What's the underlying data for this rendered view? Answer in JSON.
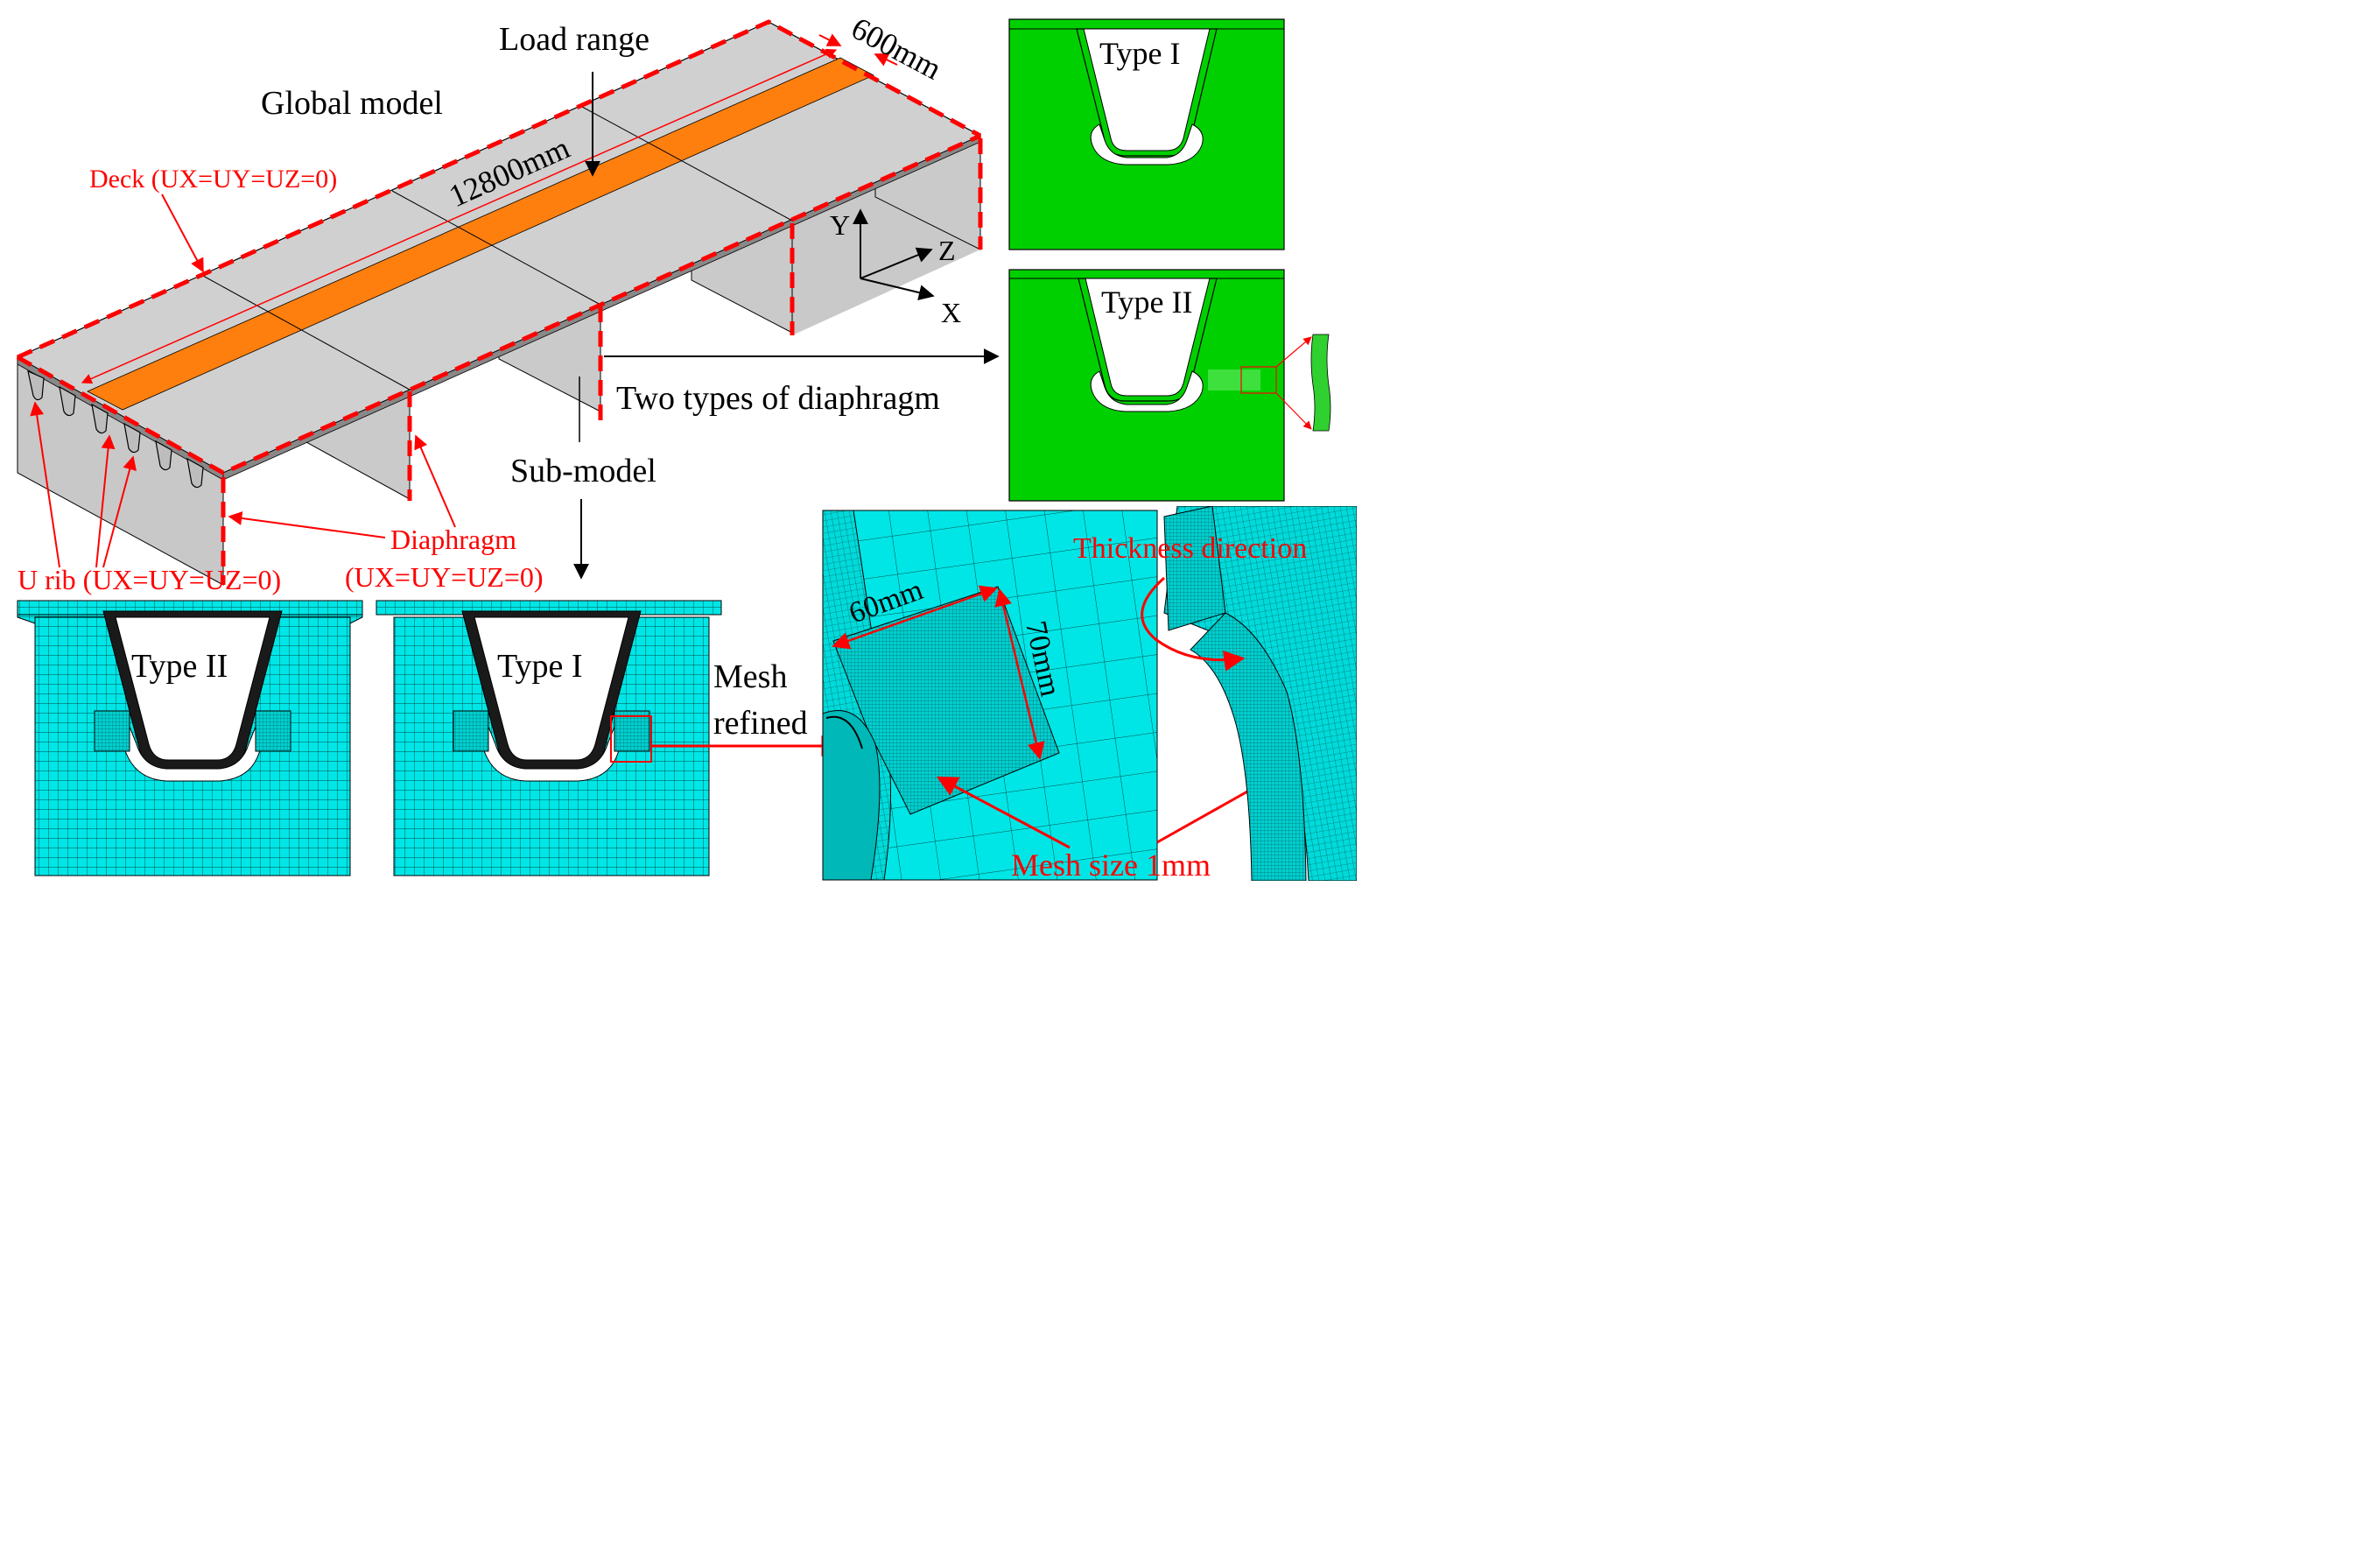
{
  "labels": {
    "global_model": "Global model",
    "load_range": "Load range",
    "dim_load_width": "600mm",
    "dim_span": "12800mm",
    "deck_bc": "Deck (UX=UY=UZ=0)",
    "two_types": "Two types of diaphragm",
    "sub_model": "Sub-model",
    "diaphragm": "Diaphragm",
    "diaphragm_bc": "(UX=UY=UZ=0)",
    "u_rib_bc": "U rib (UX=UY=UZ=0)",
    "axis_x": "X",
    "axis_y": "Y",
    "axis_z": "Z",
    "type_1": "Type I",
    "type_2": "Type II",
    "mesh_refined_line1": "Mesh",
    "mesh_refined_line2": "refined",
    "dim_60": "60mm",
    "dim_70": "70mm",
    "thickness_direction": "Thickness direction",
    "mesh_size": "Mesh size 1mm"
  },
  "colors": {
    "annotation": "#ff0000",
    "deck_surface": "#d0d0d0",
    "load_strip": "#ff7f0e",
    "diaphragm_green": "#00d000",
    "mesh_cyan": "#00e6e6",
    "mesh_line": "#004a4a"
  }
}
